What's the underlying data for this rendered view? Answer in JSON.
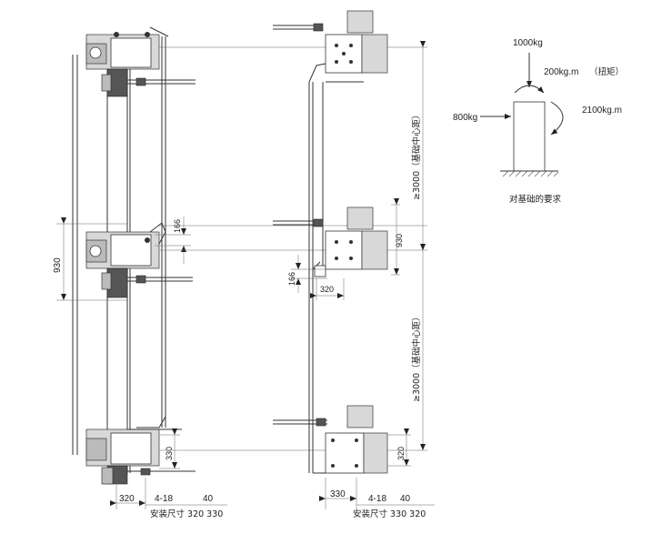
{
  "left_view": {
    "dim_930": "930",
    "dim_166": "166",
    "dim_330": "330",
    "dim_320": "320",
    "holes": "4-18",
    "hole_dim": "40",
    "install_label": "安装尺寸 320   330"
  },
  "right_view": {
    "dim_3000_top": "≥3000（基础中心距）",
    "dim_3000_bottom": "≥3000（基础中心距）",
    "dim_930": "930",
    "dim_166": "166",
    "dim_320_mid": "320",
    "dim_320_bottom": "320",
    "dim_330": "330",
    "holes": "4-18",
    "hole_dim": "40",
    "install_label": "安装尺寸 330   320"
  },
  "foundation": {
    "load_vertical": "1000kg",
    "moment_small": "200kg.m",
    "moment_small_note": "（扭矩）",
    "load_horizontal": "800kg",
    "moment_large": "2100kg.m",
    "caption": "对基础的要求"
  }
}
